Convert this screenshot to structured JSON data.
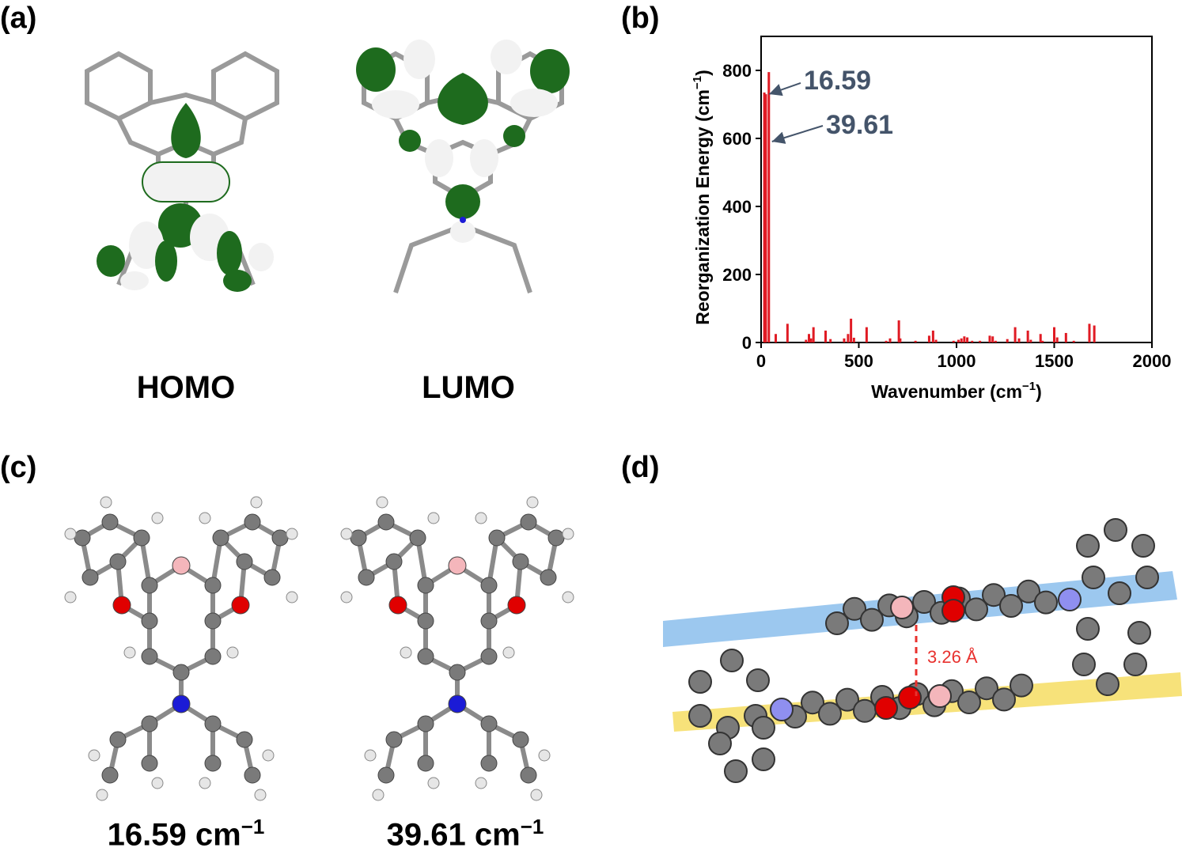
{
  "panels": {
    "a": {
      "label": "(a)",
      "homo_caption": "HOMO",
      "lumo_caption": "LUMO"
    },
    "b": {
      "label": "(b)"
    },
    "c": {
      "label": "(c)",
      "mode1_value": "16.59 cm",
      "mode1_unit_sup": "−1",
      "mode2_value": "39.61 cm",
      "mode2_unit_sup": "−1"
    },
    "d": {
      "label": "(d)",
      "distance_label": "3.26 Å"
    }
  },
  "colors": {
    "bar": "#e01b24",
    "annotation": "#44546a",
    "orbital_positive": "#1e6b1e",
    "orbital_negative": "#f2f2f2",
    "carbon": "#7a7a7a",
    "hydrogen": "#e6e6e6",
    "oxygen": "#e00000",
    "boron": "#f4b6bb",
    "nitrogen": "#1b1bd6",
    "nitrogen_light": "#8f8ff0",
    "plane_blue": "#9cc8ef",
    "plane_yellow": "#f7e27a",
    "distance": "#e8312e"
  },
  "chart_data": {
    "type": "bar",
    "title": "",
    "xlabel": "Wavenumber (cm",
    "xlabel_sup": "−1",
    "xlabel_close": ")",
    "ylabel": "Reorganization Energy (cm",
    "ylabel_sup": "−1",
    "ylabel_close": ")",
    "xlim": [
      0,
      2000
    ],
    "ylim": [
      0,
      900
    ],
    "xticks": [
      0,
      500,
      1000,
      1500,
      2000
    ],
    "yticks": [
      0,
      200,
      400,
      600,
      800
    ],
    "series": [
      {
        "x": [
          16.59,
          24,
          39.61,
          75,
          135,
          230,
          245,
          255,
          268,
          330,
          355,
          425,
          445,
          460,
          475,
          540,
          640,
          660,
          705,
          712,
          790,
          860,
          880,
          895,
          985,
          1010,
          1025,
          1040,
          1055,
          1080,
          1120,
          1170,
          1185,
          1200,
          1260,
          1300,
          1320,
          1365,
          1380,
          1430,
          1440,
          1500,
          1515,
          1560,
          1600,
          1680,
          1705
        ],
        "values": [
          735,
          730,
          795,
          25,
          55,
          8,
          25,
          12,
          45,
          35,
          10,
          12,
          25,
          70,
          14,
          45,
          5,
          12,
          65,
          12,
          5,
          20,
          35,
          8,
          5,
          8,
          12,
          18,
          15,
          5,
          5,
          20,
          18,
          5,
          10,
          45,
          12,
          35,
          8,
          25,
          5,
          45,
          15,
          28,
          5,
          55,
          50
        ]
      }
    ],
    "annotations": [
      {
        "text": "16.59",
        "x": 16.59,
        "y": 735
      },
      {
        "text": "39.61",
        "x": 39.61,
        "y": 600
      }
    ]
  }
}
